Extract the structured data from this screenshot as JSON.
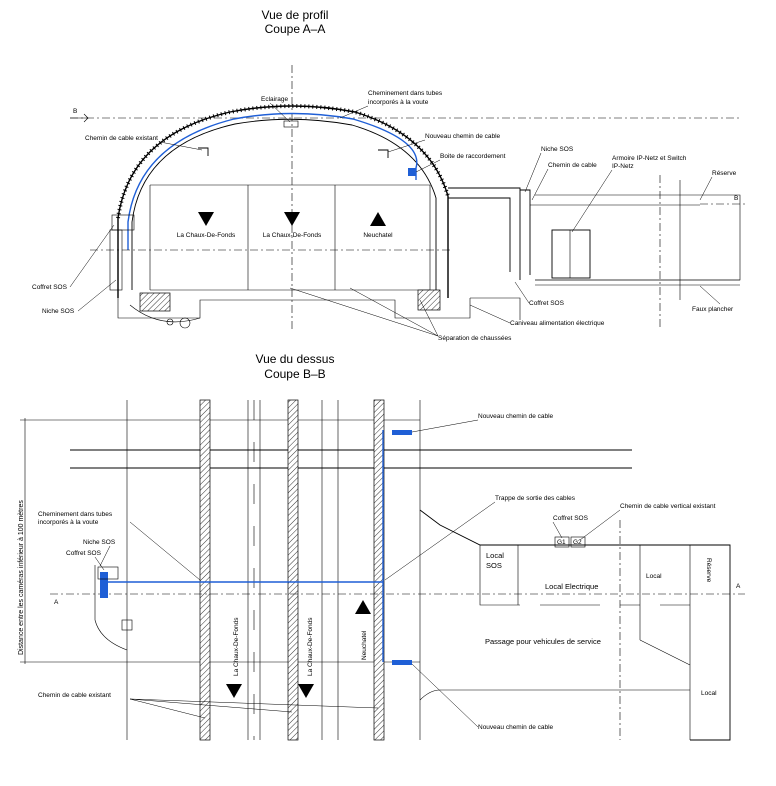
{
  "profile_view": {
    "title": "Vue de profil",
    "subtitle": "Coupe A–A",
    "section_marker": "B",
    "labels": {
      "eclairage": "Eclairage",
      "cheminement_line1": "Cheminement  dans tubes",
      "cheminement_line2": "incorporés à la voute",
      "chemin_existant": "Chemin de cable existant",
      "nouveau_chemin": "Nouveau chemin de cable",
      "boite": "Boite de raccordement",
      "niche_sos_top": "Niche SOS",
      "chemin_cable": "Chemin de cable",
      "armoire_line1": "Armoire IP-Netz et Switch",
      "armoire_line2": "IP-Netz",
      "reserve": "Réserve",
      "coffret_sos_left": "Coffret SOS",
      "niche_sos_left": "Niche SOS",
      "coffret_sos_bottom": "Coffret SOS",
      "caniveau": "Caniveau alimentation électrique",
      "faux_plancher": "Faux plancher",
      "separation": "Séparation de chaussées"
    },
    "directions": [
      "La Chaux-De-Fonds",
      "La Chaux-De-Fonds",
      "Neuchatel"
    ]
  },
  "top_view": {
    "title": "Vue du dessus",
    "subtitle": "Coupe B–B",
    "section_marker": "A",
    "labels": {
      "nouveau_chemin_top": "Nouveau chemin de cable",
      "trappe": "Trappe de sortie des cables",
      "chemin_vertical": "Chemin de cable vertical existant",
      "coffret_sos_right": "Coffret SOS",
      "cheminement_line1": "Cheminement  dans tubes",
      "cheminement_line2": "incorporés à la voute",
      "niche_sos": "Niche SOS",
      "coffret_sos": "Coffret SOS",
      "local_sos_line1": "Local",
      "local_sos_line2": "SOS",
      "local_electrique": "Local Electrique",
      "local_right": "Local",
      "reserve": "Réserve",
      "passage": "Passage pour vehicules de service",
      "local_bottom": "Local",
      "chemin_existant": "Chemin de cable existant",
      "nouveau_chemin_bottom": "Nouveau chemin de cable",
      "distance": "Distance entre les caméras inférieur à 100 mètres",
      "box_a": "G1",
      "box_b": "G2"
    },
    "directions": [
      "La Chaux-De-Fonds",
      "La Chaux-De-Fonds",
      "Neuchatel"
    ]
  },
  "colors": {
    "cable_blue": "#1f5fd6",
    "line": "#000000"
  }
}
